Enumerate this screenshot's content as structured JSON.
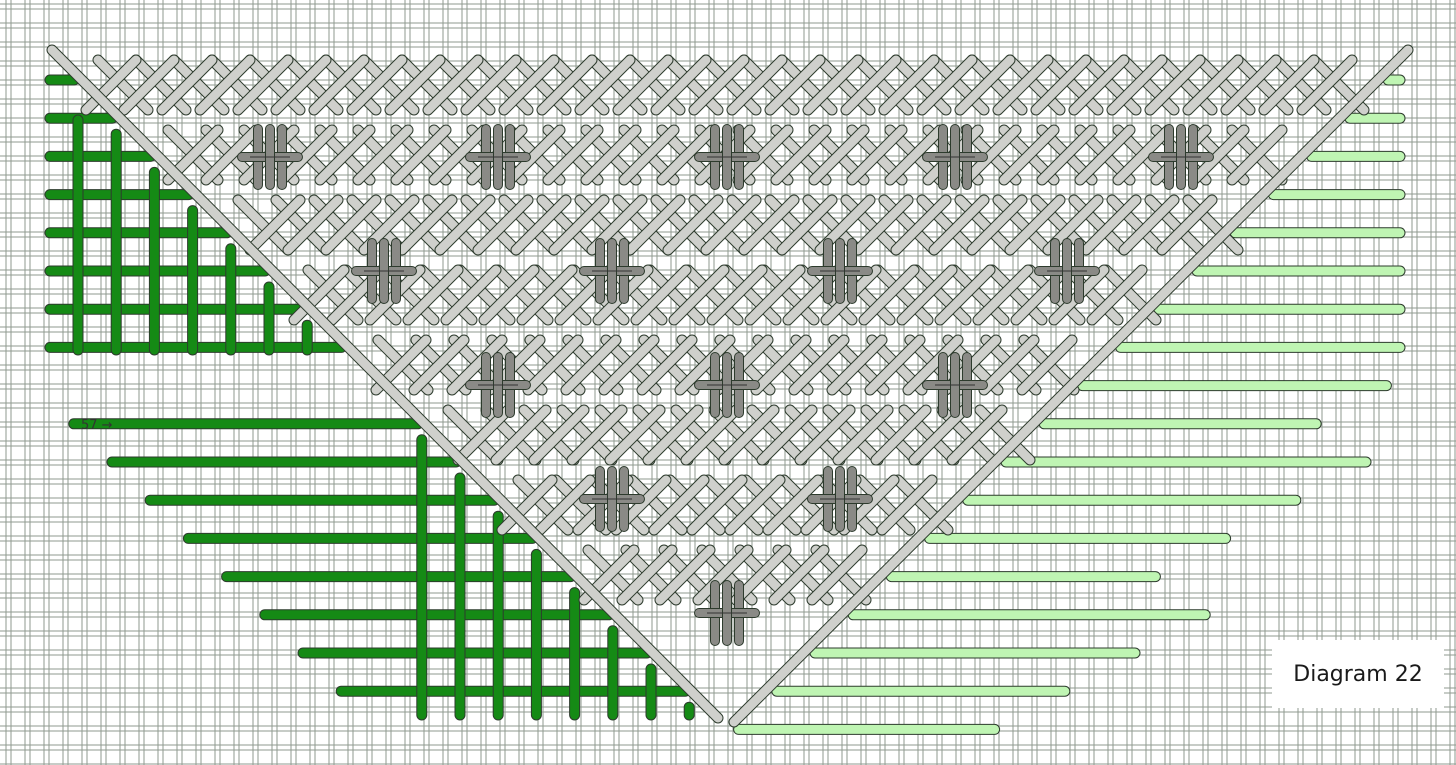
{
  "caption": "Diagram 22",
  "stitch_number": "57",
  "colors": {
    "canvas_thread": "#8f9a8f",
    "canvas_fill": "#ffffff",
    "dark_green": "#158a15",
    "light_green": "#bff5b3",
    "outline": "#2d3b2d",
    "light_gray": "#cfd0cc",
    "dark_gray": "#8a8a86"
  },
  "regions": [
    "dark-green-grid-stitch",
    "light-gray-diagonal-stitch",
    "light-green-horizontal-stitch"
  ]
}
